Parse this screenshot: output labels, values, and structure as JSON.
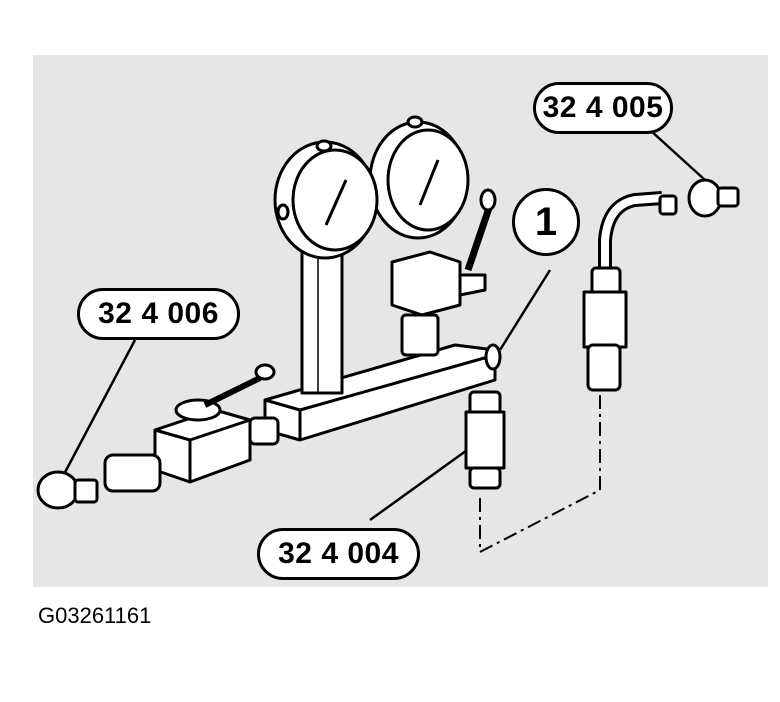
{
  "callouts": {
    "part_324005": "32 4 005",
    "part_324006": "32 4 006",
    "part_324004": "32 4 004",
    "item_1": "1"
  },
  "figure_code": "G03261161",
  "colors": {
    "background": "#e6e6e6",
    "line": "#000000",
    "fill": "#ffffff"
  }
}
